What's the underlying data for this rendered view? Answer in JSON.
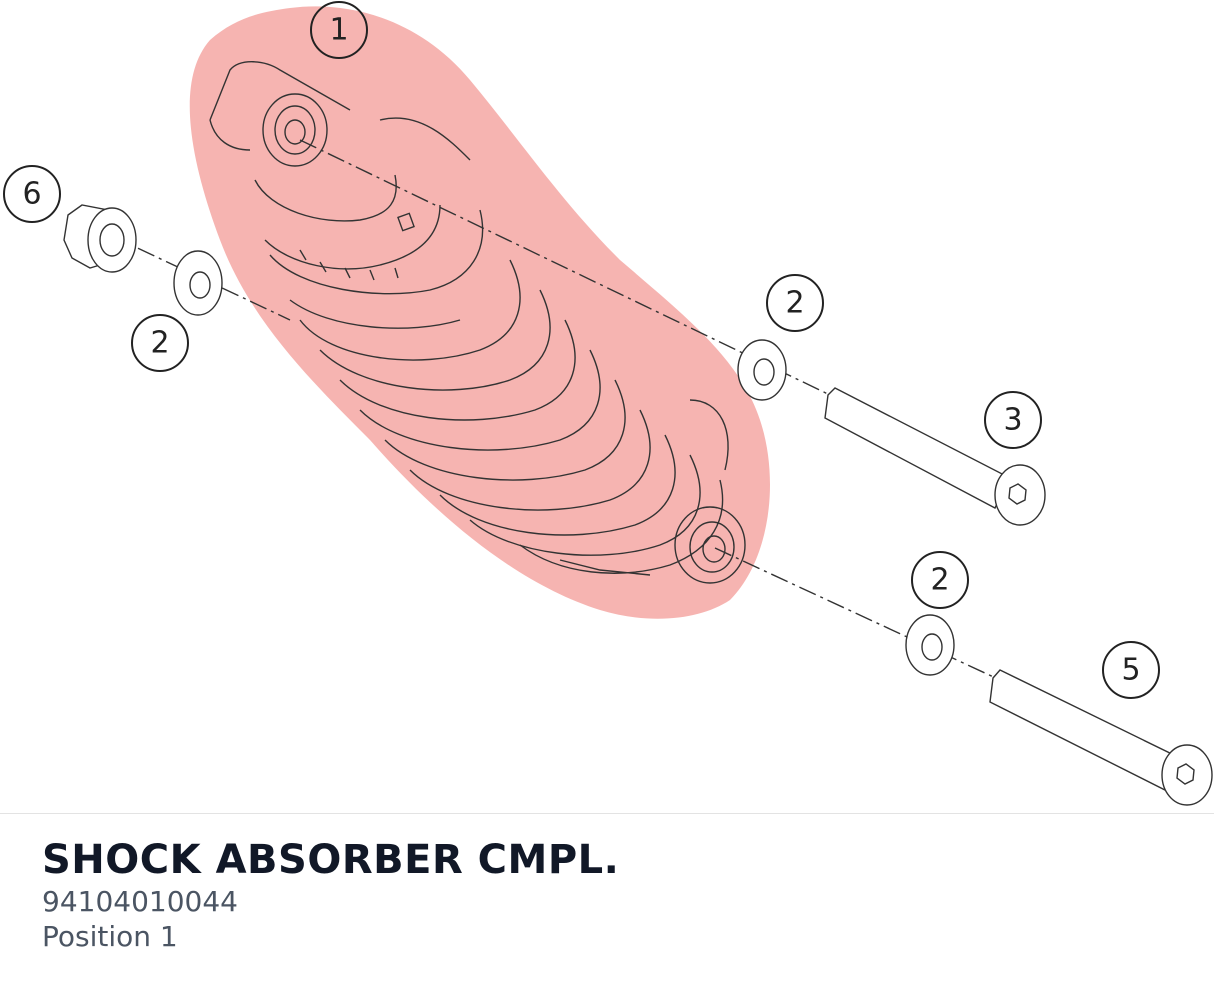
{
  "diagram": {
    "callouts": [
      {
        "label": "1"
      },
      {
        "label": "6"
      },
      {
        "label": "2"
      },
      {
        "label": "2"
      },
      {
        "label": "3"
      },
      {
        "label": "2"
      },
      {
        "label": "5"
      }
    ],
    "highlight_color": "#f4a7a3"
  },
  "part": {
    "title": "SHOCK ABSORBER CMPL.",
    "number": "94104010044",
    "position": "Position 1"
  }
}
